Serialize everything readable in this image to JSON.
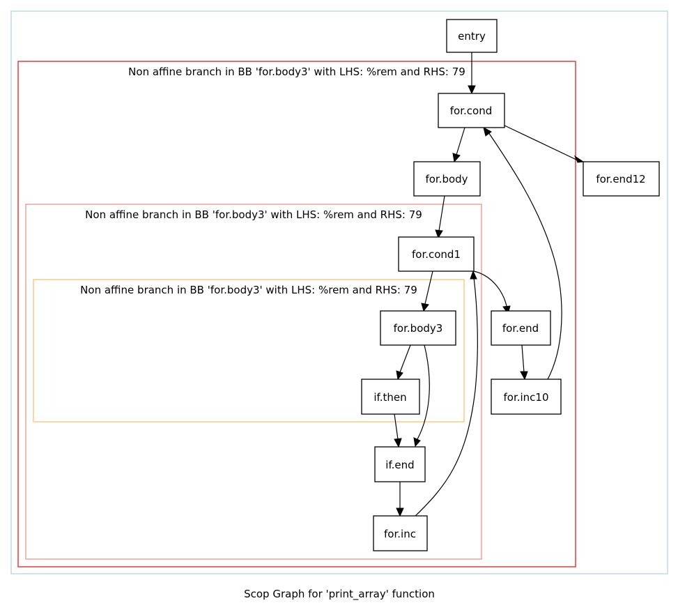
{
  "caption": "Scop Graph for 'print_array' function",
  "clusters": {
    "outer": {
      "color": "#b6d4e2"
    },
    "region1": {
      "label": "Non affine branch in BB 'for.body3' with LHS: %rem and RHS: 79",
      "color": "#e0201c"
    },
    "region2": {
      "label": "Non affine branch in BB 'for.body3' with LHS: %rem and RHS: 79",
      "color": "#f0928c"
    },
    "region3": {
      "label": "Non affine branch in BB 'for.body3' with LHS: %rem and RHS: 79",
      "color": "#f7c470"
    }
  },
  "nodes": {
    "entry": "entry",
    "for_cond": "for.cond",
    "for_end12": "for.end12",
    "for_body": "for.body",
    "for_cond1": "for.cond1",
    "for_body3": "for.body3",
    "for_end": "for.end",
    "if_then": "if.then",
    "for_inc10": "for.inc10",
    "if_end": "if.end",
    "for_inc": "for.inc"
  },
  "edges": [
    {
      "from": "entry",
      "to": "for.cond"
    },
    {
      "from": "for.cond",
      "to": "for.body"
    },
    {
      "from": "for.cond",
      "to": "for.end12"
    },
    {
      "from": "for.body",
      "to": "for.cond1"
    },
    {
      "from": "for.cond1",
      "to": "for.body3"
    },
    {
      "from": "for.cond1",
      "to": "for.end"
    },
    {
      "from": "for.body3",
      "to": "if.then"
    },
    {
      "from": "for.body3",
      "to": "if.end"
    },
    {
      "from": "if.then",
      "to": "if.end"
    },
    {
      "from": "if.end",
      "to": "for.inc"
    },
    {
      "from": "for.inc",
      "to": "for.cond1"
    },
    {
      "from": "for.end",
      "to": "for.inc10"
    },
    {
      "from": "for.inc10",
      "to": "for.cond"
    }
  ]
}
